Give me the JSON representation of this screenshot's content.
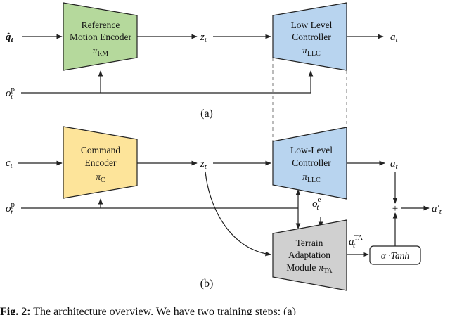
{
  "colors": {
    "motion_encoder": "#b5d99c",
    "controller": "#b8d4ef",
    "command_encoder": "#fde49a",
    "terrain_module": "#d0d0d0",
    "stroke": "#222222"
  },
  "panel_a": {
    "label": "(a)",
    "input_q": "q̂",
    "input_q_sub": "t",
    "input_o": "o",
    "input_o_sup": "p",
    "input_o_sub": "t",
    "encoder": {
      "line1": "Reference",
      "line2": "Motion Encoder",
      "symbol": "π",
      "symbol_sub": "RM"
    },
    "latent": "z",
    "latent_sub": "t",
    "controller": {
      "line1": "Low Level",
      "line2": "Controller",
      "symbol": "π",
      "symbol_sub": "LLC"
    },
    "output": "a",
    "output_sub": "t"
  },
  "panel_b": {
    "label": "(b)",
    "input_c": "c",
    "input_c_sub": "t",
    "input_o": "o",
    "input_o_sup": "p",
    "input_o_sub": "t",
    "encoder": {
      "line1": "Command",
      "line2": "Encoder",
      "symbol": "π",
      "symbol_sub": "C"
    },
    "latent": "z",
    "latent_sub": "t",
    "controller": {
      "line1": "Low-Level",
      "line2": "Controller",
      "symbol": "π",
      "symbol_sub": "LLC"
    },
    "output": "a",
    "output_sub": "t",
    "obs_e": "o",
    "obs_e_sup": "e",
    "obs_e_sub": "t",
    "terrain": {
      "line1": "Terrain",
      "line2": "Adaptation",
      "line3": "Module",
      "symbol": "π",
      "symbol_sub": "TA"
    },
    "ta_action": "a",
    "ta_action_sup": "TA",
    "ta_action_sub": "t",
    "tanh_label": "α ·Tanh",
    "plus": "+",
    "final_output": "a′",
    "final_output_sub": "t"
  },
  "caption": {
    "bold": "Fig. 2:",
    "text": " The architecture overview. We have two training steps: (a)"
  }
}
